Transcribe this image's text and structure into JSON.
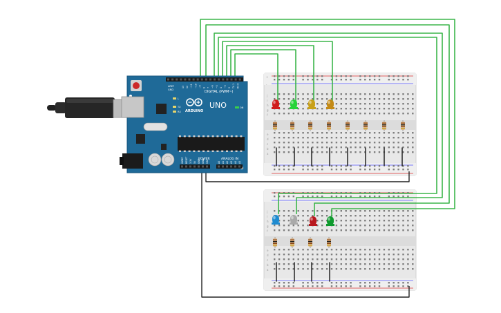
{
  "arduino": {
    "logo_text": "ARDUINO",
    "model": "UNO",
    "on_label": "ON",
    "digital_header": "DIGITAL (PWM~)",
    "power_header": "POWER",
    "analog_header": "ANALOG IN",
    "aref_label": "AREF",
    "gnd_label": "GND",
    "led_l": "L",
    "led_tx": "TX",
    "led_rx": "RX",
    "digital_pins": [
      "13",
      "12",
      "~11",
      "~10",
      "~9",
      "8",
      "7",
      "~6",
      "~5",
      "4",
      "~3",
      "2",
      "TX 1",
      "RX 0"
    ],
    "power_pins": [
      "IOREF",
      "RESET",
      "3.3V",
      "5V",
      "GND",
      "GND",
      "VIN"
    ],
    "analog_pins": [
      "A0",
      "A1",
      "A2",
      "A3",
      "A4",
      "A5"
    ]
  },
  "breadboard_top": {
    "leds": [
      {
        "color": "#d01c1c"
      },
      {
        "color": "#27d33a"
      },
      {
        "color": "#c8a019"
      },
      {
        "color": "#c38a16"
      }
    ]
  },
  "breadboard_bottom": {
    "leds": [
      {
        "color": "#1f8bd0"
      },
      {
        "color": "#a9a9a9"
      },
      {
        "color": "#b8181e"
      },
      {
        "color": "#0f9a2e"
      }
    ]
  },
  "breadboard_labels": {
    "rows_top": [
      "j",
      "i",
      "h",
      "g",
      "f"
    ],
    "rows_bottom": [
      "e",
      "d",
      "c",
      "b",
      "a"
    ],
    "plus": "+",
    "minus": "-"
  }
}
